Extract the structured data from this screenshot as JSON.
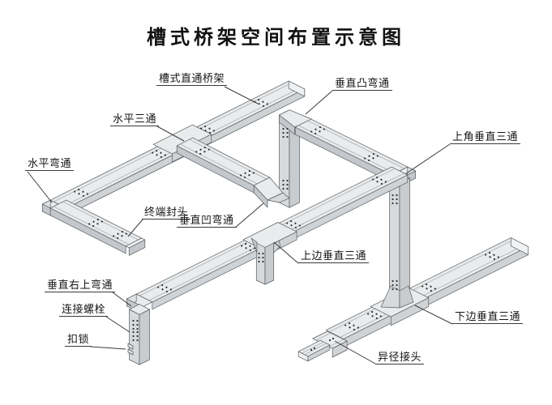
{
  "title": "槽式桥架空间布置示意图",
  "labels": {
    "straight_tray": "槽式直通桥架",
    "horizontal_tee": "水平三通",
    "vertical_convex_bend": "垂直凸弯通",
    "upper_corner_vertical_tee": "上角垂直三通",
    "horizontal_bend": "水平弯通",
    "end_cap": "终端封头",
    "vertical_concave_bend": "垂直凹弯通",
    "top_edge_vertical_tee": "上边垂直三通",
    "vertical_right_up_bend": "垂直右上弯通",
    "connecting_bolt": "连接螺栓",
    "lock": "扣锁",
    "bottom_edge_vertical_tee": "下边垂直三通",
    "reducer_joint": "异径接头"
  },
  "palette": {
    "background": "#ffffff",
    "outline": "#5a5e62",
    "tray_top": "#e9ebec",
    "tray_side_b": "#cfd3d6",
    "tray_side_a": "#c4c8cc",
    "column_sw": "#d7dadc",
    "column_se": "#c8cccf",
    "tray_end": "#f1f2f3",
    "light_face": "#dfe2e4",
    "inner_line": "#abafb3",
    "bolt": "#2e2e2e",
    "leader": "#3a3a3a",
    "text": "#111111"
  }
}
